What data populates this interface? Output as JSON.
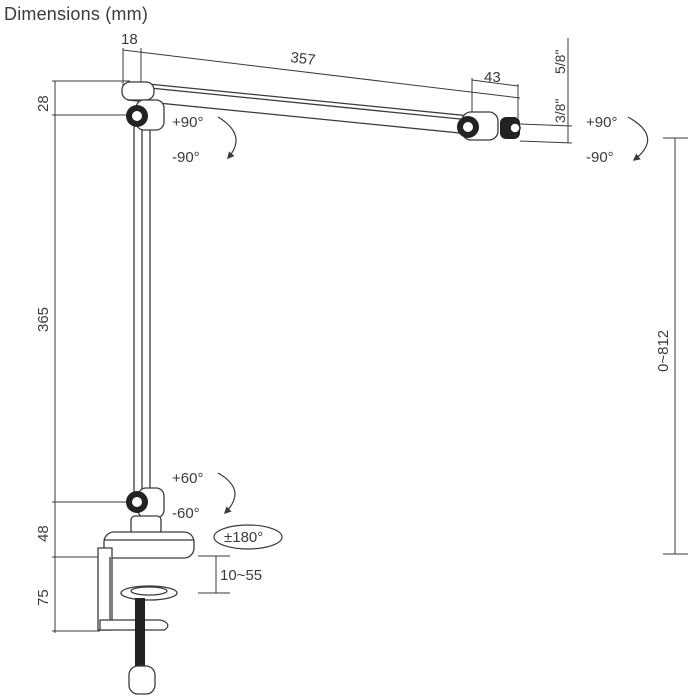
{
  "title": "Dimensions (mm)",
  "dimensions": {
    "top_offset": "18",
    "arm_length": "357",
    "head_offset": "43",
    "thread_small": "3/8\"",
    "thread_large": "5/8\"",
    "top_joint_height": "28",
    "pole_length": "365",
    "bottom_joint_height": "48",
    "clamp_height": "75",
    "clamp_range": "10~55",
    "height_range": "0~812"
  },
  "rotations": {
    "top_joint_up": "+90°",
    "top_joint_down": "-90°",
    "head_up": "+90°",
    "head_down": "-90°",
    "bottom_joint_up": "+60°",
    "bottom_joint_down": "-60°",
    "base_swivel": "±180°"
  },
  "colors": {
    "line": "#3a3a3a",
    "dark_part": "#222222",
    "background": "#ffffff"
  }
}
